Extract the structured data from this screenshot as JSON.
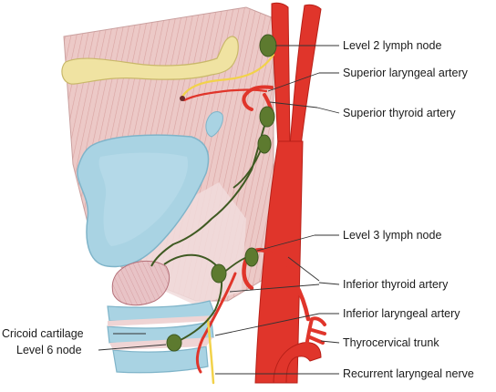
{
  "labels": {
    "level2_node": "Level 2 lymph node",
    "superior_laryngeal_artery": "Superior laryngeal artery",
    "superior_thyroid_artery": "Superior thyroid artery",
    "level3_node": "Level 3 lymph node",
    "inferior_thyroid_artery": "Inferior thyroid artery",
    "inferior_laryngeal_artery": "Inferior laryngeal artery",
    "thyrocervical_trunk": "Thyrocervical trunk",
    "recurrent_laryngeal_nerve": "Recurrent  laryngeal nerve",
    "cricoid_cartilage": "Cricoid cartilage",
    "level6_node": "Level 6 node"
  },
  "colors": {
    "artery": "#e0352b",
    "artery_dark": "#b82018",
    "lymph_node": "#5d7a2f",
    "lymph_vessel": "#3f5a22",
    "cartilage": "#a9d3e3",
    "cartilage_edge": "#7fb4c9",
    "muscle": "#ecc9c7",
    "muscle_fiber": "#d99a98",
    "hyoid": "#f0e3a2",
    "nerve": "#f2d24a",
    "leader": "#333333"
  }
}
